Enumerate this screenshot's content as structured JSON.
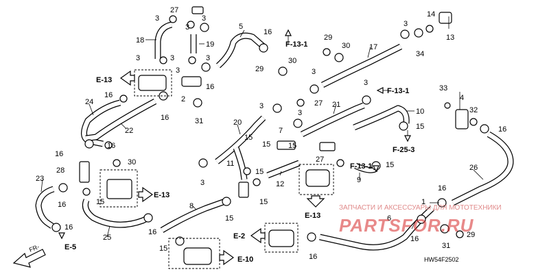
{
  "callouts": {
    "n1": "1",
    "n2": "2",
    "n3": "3",
    "n4": "4",
    "n5": "5",
    "n6": "6",
    "n7": "7",
    "n8": "8",
    "n9": "9",
    "n10": "10",
    "n11": "11",
    "n12": "12",
    "n13": "13",
    "n14": "14",
    "n15": "15",
    "n16": "16",
    "n17": "17",
    "n18": "18",
    "n19": "19",
    "n20": "20",
    "n21": "21",
    "n22": "22",
    "n23": "23",
    "n24": "24",
    "n25": "25",
    "n26": "26",
    "n27": "27",
    "n28": "28",
    "n29": "29",
    "n30": "30",
    "n31": "31",
    "n32": "32",
    "n33": "33",
    "n34": "34"
  },
  "references": {
    "e13": "E-13",
    "e2": "E-2",
    "e5": "E-5",
    "e10": "E-10",
    "f131": "F-13-1",
    "f253": "F-25-3"
  },
  "orientation_label": "FR-",
  "diagram_code": "HW54F2502",
  "watermark": {
    "tagline": "ЗАПЧАСТИ И АКСЕССУАРЫ ДЛЯ МОТОТЕХНИКИ",
    "logo": "PARTSFOR.RU"
  }
}
